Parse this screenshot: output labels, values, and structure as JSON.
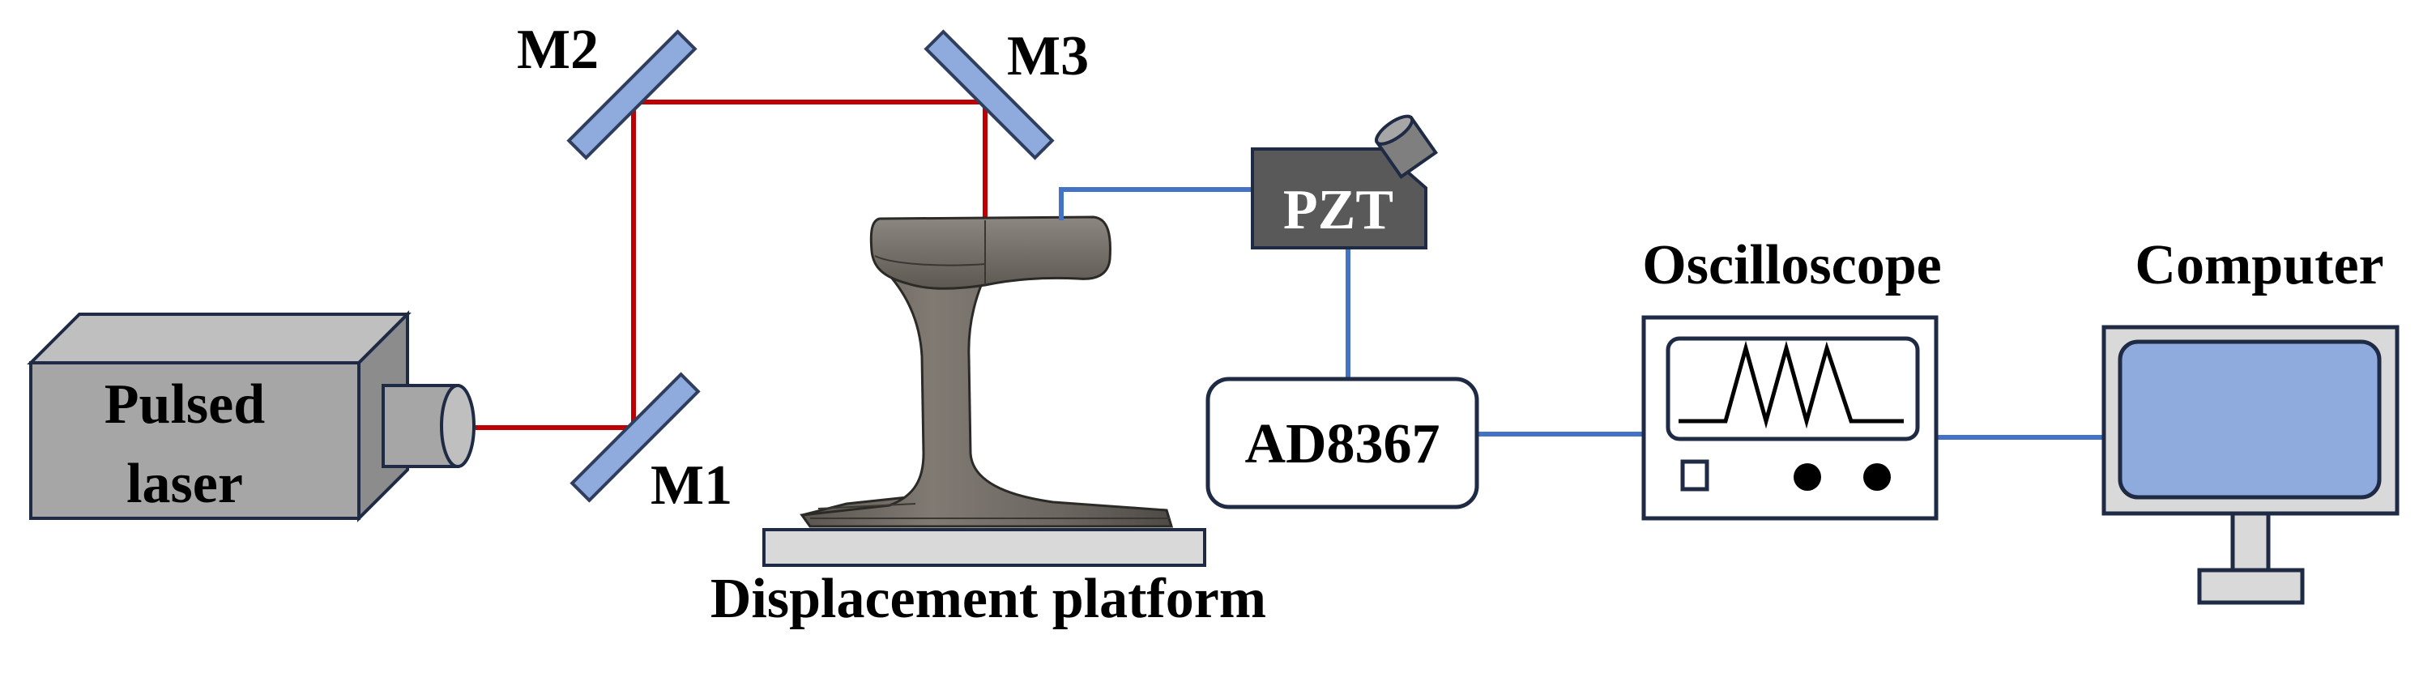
{
  "labels": {
    "laser_line1": "Pulsed",
    "laser_line2": "laser",
    "m1": "M1",
    "m2": "M2",
    "m3": "M3",
    "platform": "Displacement platform",
    "pzt": "PZT",
    "amp": "AD8367",
    "osc": "Oscilloscope",
    "computer": "Computer"
  },
  "colors": {
    "laser_beam": "#c00000",
    "signal_line": "#4472c4",
    "mirror_fill": "#8faadc",
    "mirror_stroke": "#2f3e5e",
    "box_gray": "#a6a6a6",
    "rail_gray": "#6b6660",
    "pzt_fill": "#595959",
    "screen_fill": "#8faadc",
    "platform_fill": "#d9d9d9"
  }
}
